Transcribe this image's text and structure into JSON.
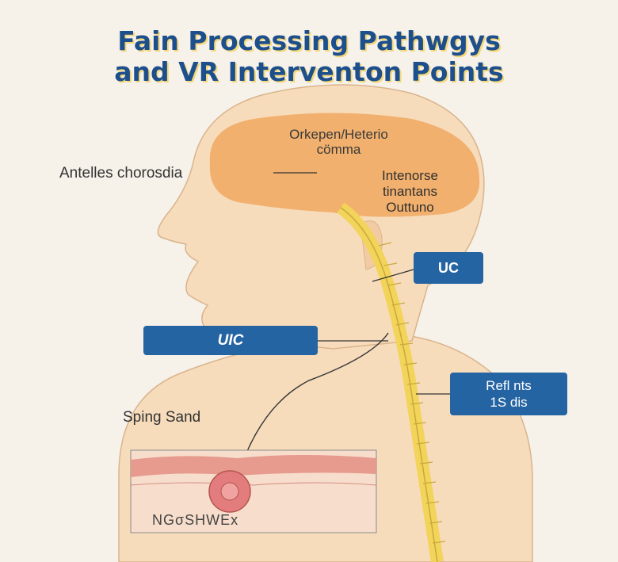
{
  "title": {
    "line1": "Fain Processing Pathwgys",
    "line2": "and VR Interventon Points"
  },
  "labels": {
    "brain_top_line1": "Orkepen/Heterio",
    "brain_top_line2": "cömma",
    "brain_side_line1": "Intenorse",
    "brain_side_line2": "tinantans",
    "brain_side_line3": "Outtuno",
    "left_label": "Antelles chorosdia",
    "spinal_label": "Sping Sand",
    "skin_label": "NGσSHWEx"
  },
  "boxes": {
    "uc_neck": "UC",
    "uic_left": "UIC",
    "reflex_line1": "Refl nts",
    "reflex_line2": "1S dis"
  },
  "colors": {
    "title": "#1d4f8c",
    "title_shadow": "#f3d77a",
    "box": "#2564a3",
    "brain": "#f1b06e",
    "skin": "#f7dcbc",
    "spinal_cord": "#f2d45b"
  }
}
